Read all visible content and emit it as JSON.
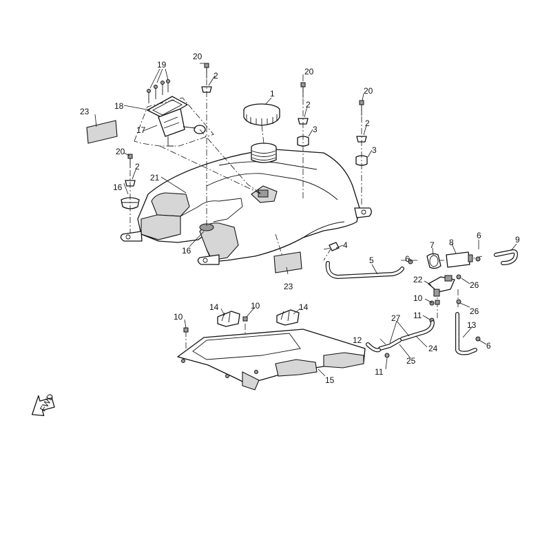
{
  "diagram": {
    "callouts": {
      "c1": "1",
      "c2a": "2",
      "c2b": "2",
      "c2c": "2",
      "c2d": "2",
      "c3a": "3",
      "c3b": "3",
      "c4": "4",
      "c5": "5",
      "c6a": "6",
      "c6b": "6",
      "c6c": "6",
      "c7": "7",
      "c8": "8",
      "c9": "9",
      "c10a": "10",
      "c10b": "10",
      "c10c": "10",
      "c11a": "11",
      "c11b": "11",
      "c12": "12",
      "c13": "13",
      "c14a": "14",
      "c14b": "14",
      "c15": "15",
      "c16a": "16",
      "c16b": "16",
      "c17": "17",
      "c18": "18",
      "c19": "19",
      "c20a": "20",
      "c20b": "20",
      "c20c": "20",
      "c20d": "20",
      "c21": "21",
      "c22": "22",
      "c23a": "23",
      "c23b": "23",
      "c24": "24",
      "c25": "25",
      "c26a": "26",
      "c26b": "26",
      "c27": "27"
    },
    "fwd_arrow_label": "FWD"
  }
}
